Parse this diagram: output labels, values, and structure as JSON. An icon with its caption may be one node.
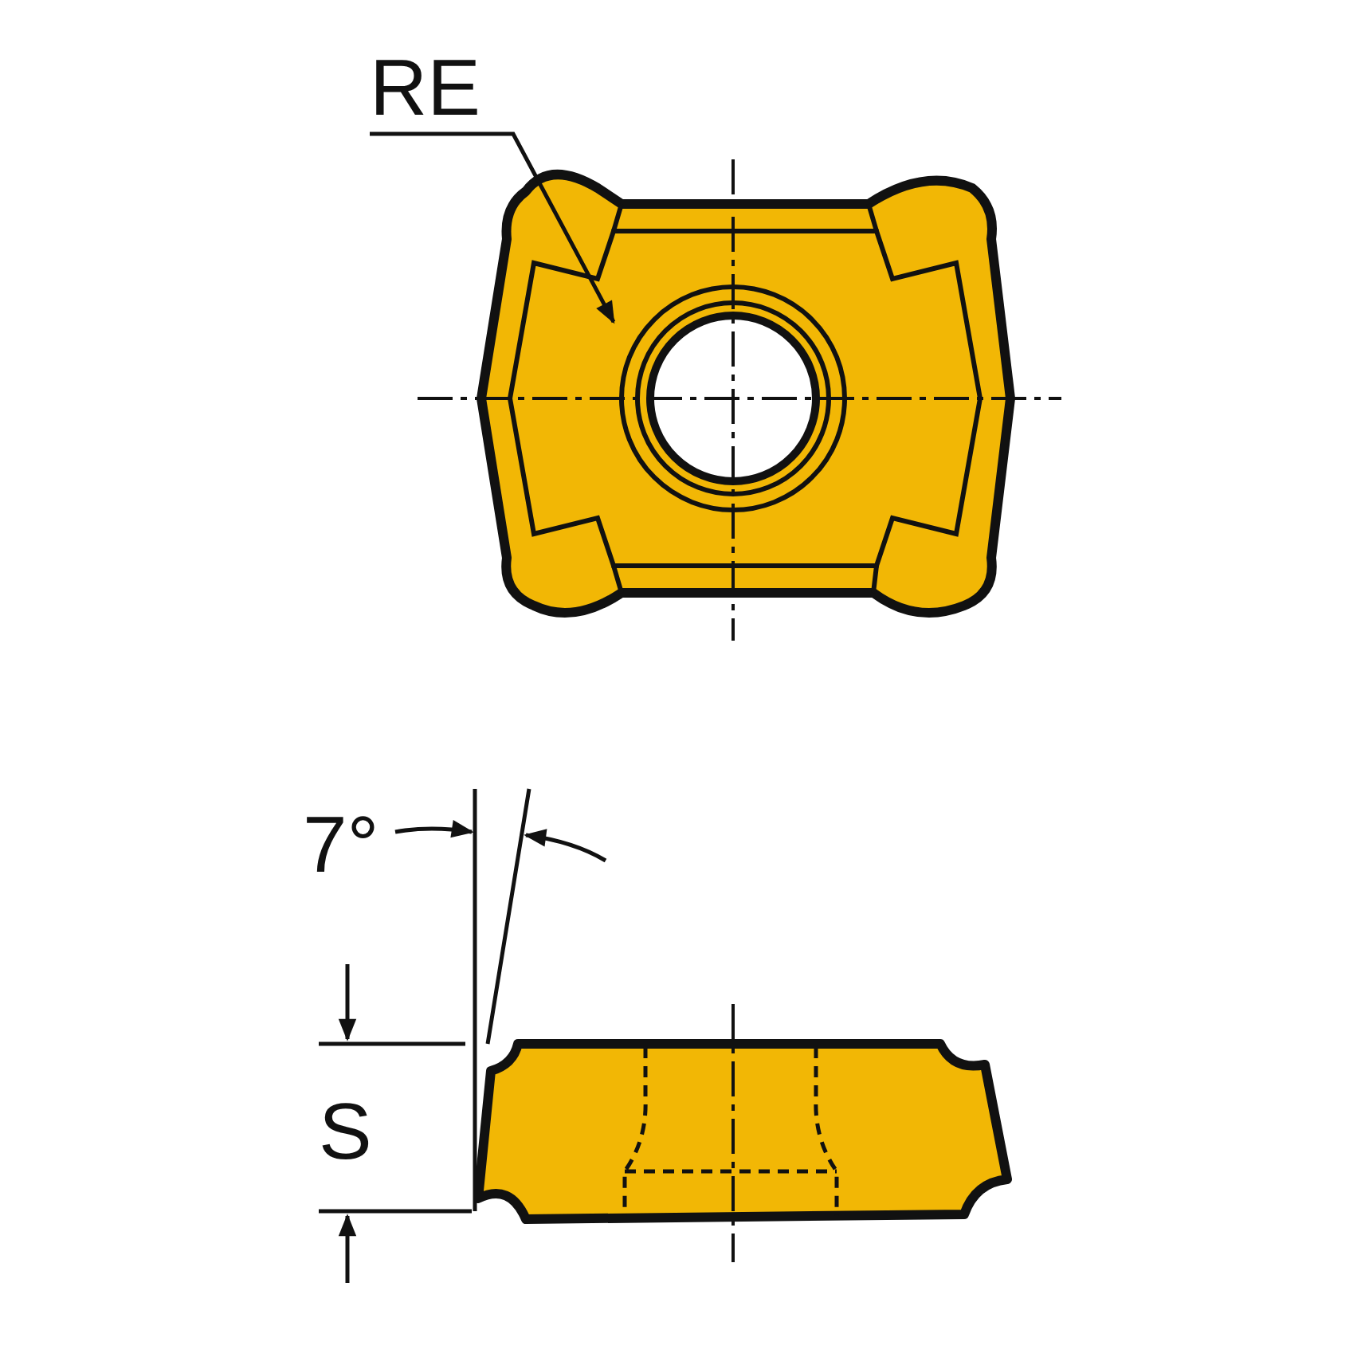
{
  "diagram": {
    "nodes": [
      {
        "text": [
          "RE"
        ]
      },
      {
        "text": [],
        "shape": "picture"
      }
    ],
    "edges": [
      {
        "from": 0,
        "to": 1,
        "arrow": "to"
      }
    ],
    "labels": [
      "7°",
      "S"
    ]
  }
}
